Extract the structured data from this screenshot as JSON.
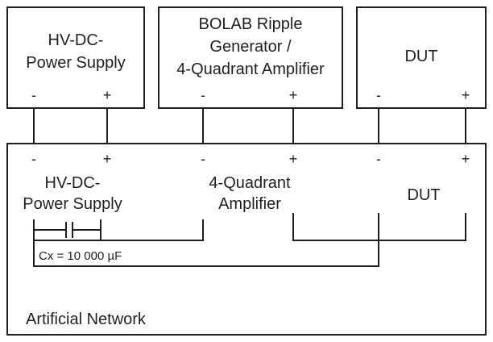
{
  "top_blocks": {
    "power_supply": {
      "line1": "HV-DC-",
      "line2": "Power Supply",
      "minus": "-",
      "plus": "+"
    },
    "ripple_generator": {
      "line1": "BOLAB Ripple",
      "line2": "Generator /",
      "line3": "4-Quadrant Amplifier",
      "minus": "-",
      "plus": "+"
    },
    "dut": {
      "label": "DUT",
      "minus": "-",
      "plus": "+"
    }
  },
  "network": {
    "label": "Artificial Network",
    "power_supply": {
      "line1": "HV-DC-",
      "line2": "Power Supply",
      "minus": "-",
      "plus": "+"
    },
    "amplifier": {
      "line1": "4-Quadrant",
      "line2": "Amplifier",
      "minus": "-",
      "plus": "+"
    },
    "dut": {
      "label": "DUT",
      "minus": "-",
      "plus": "+"
    },
    "capacitor": {
      "label": "Cx = 10 000 µF"
    }
  }
}
